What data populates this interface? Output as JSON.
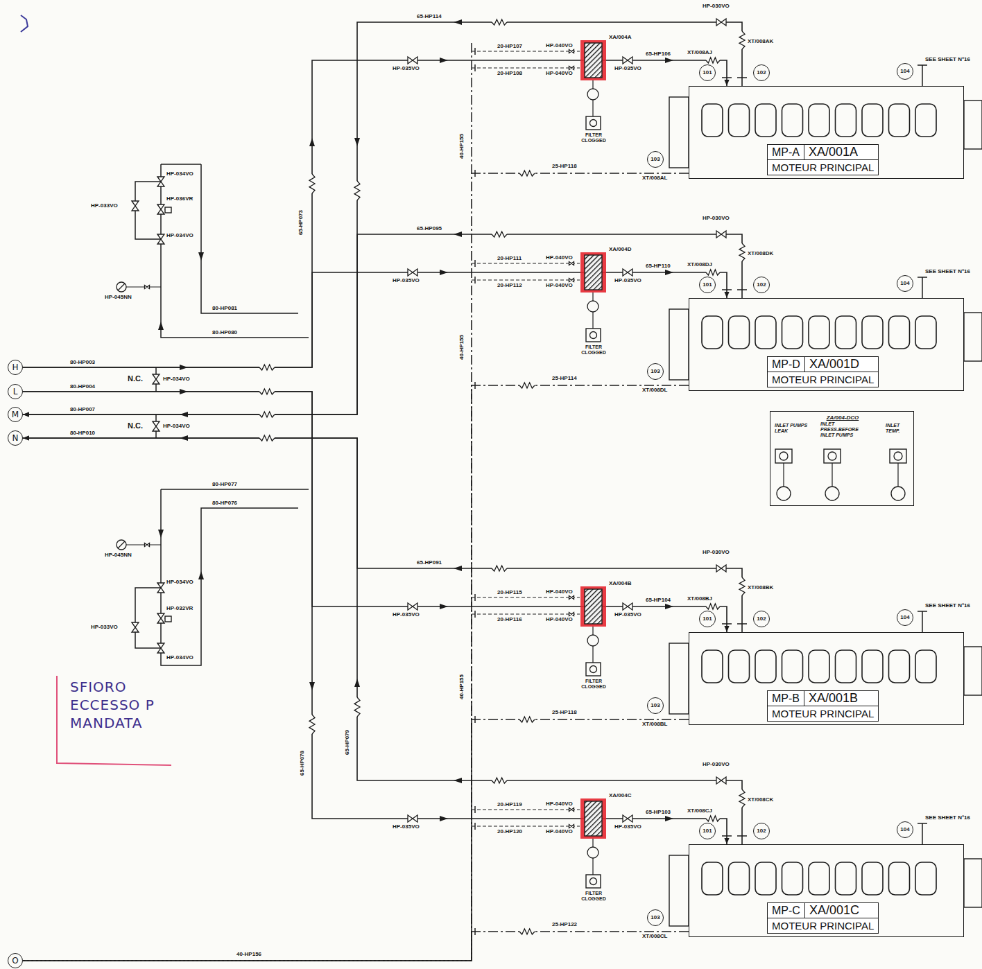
{
  "diagram": {
    "nodes": [
      {
        "text": [
          "101"
        ]
      },
      {
        "text": [
          "102"
        ]
      },
      {
        "text": [
          "104"
        ]
      },
      {
        "text": [
          "MP-A",
          "XA/001A",
          "MOTEUR PRINCIPAL"
        ]
      },
      {
        "text": [
          "103"
        ]
      },
      {
        "text": [
          "101"
        ]
      },
      {
        "text": [
          "102"
        ]
      },
      {
        "text": [
          "104"
        ]
      },
      {
        "text": [
          "MP-D",
          "XA/001D",
          "MOTEUR PRINCIPAL"
        ]
      },
      {
        "text": [
          "103"
        ]
      },
      {
        "text": [
          "H"
        ]
      },
      {
        "text": [
          "L"
        ]
      },
      {
        "text": [
          "M"
        ]
      },
      {
        "text": [
          "N"
        ]
      },
      {
        "text": [
          "ZA/004-DCO",
          "INLET PUMPS LEAK",
          "INLET PRESS.BEFORE INLET PUMPS",
          "INLET TEMP."
        ]
      },
      {
        "text": [
          "101"
        ]
      },
      {
        "text": [
          "102"
        ]
      },
      {
        "text": [
          "104"
        ]
      },
      {
        "text": [
          "MP-B",
          "XA/001B",
          "MOTEUR PRINCIPAL"
        ]
      },
      {
        "text": [
          "103"
        ]
      },
      {
        "text": [
          "101"
        ]
      },
      {
        "text": [
          "102"
        ]
      },
      {
        "text": [
          "104"
        ]
      },
      {
        "text": [
          "MP-C",
          "XA/001C",
          "MOTEUR PRINCIPAL"
        ]
      },
      {
        "text": [
          "103"
        ]
      },
      {
        "text": [
          "O"
        ]
      }
    ],
    "edges": [
      {
        "from": 10,
        "to": 3,
        "arrow": "to"
      },
      {
        "from": 10,
        "to": 8,
        "arrow": "to"
      },
      {
        "from": 11,
        "to": 18,
        "arrow": "to"
      },
      {
        "from": 11,
        "to": 23,
        "arrow": "to"
      },
      {
        "from": 3,
        "to": 12,
        "arrow": "to"
      },
      {
        "from": 8,
        "to": 12,
        "arrow": "to"
      },
      {
        "from": 18,
        "to": 13,
        "arrow": "to"
      },
      {
        "from": 23,
        "to": 13,
        "arrow": "to"
      },
      {
        "from": 3,
        "to": 25,
        "arrow": "none"
      },
      {
        "from": 8,
        "to": 25,
        "arrow": "none"
      },
      {
        "from": 18,
        "to": 25,
        "arrow": "none"
      },
      {
        "from": 23,
        "to": 25,
        "arrow": "none"
      }
    ],
    "labels": [
      "65-HP114",
      "HP-030VO",
      "20-HP107",
      "HP-040VO",
      "XA/004A",
      "HP-035VO",
      "20-HP108",
      "HP-040VO",
      "65-HP106",
      "HP-035VO",
      "XT/008AJ",
      "XT/008AK",
      "SEE SHEET N°16",
      "FILTER CLOGGED",
      "25-HP118",
      "XT/008AL",
      "65-HP073",
      "40-HP155",
      "HP-034VO",
      "HP-036VR",
      "HP-033VO",
      "HP-034VO",
      "HP-045NN",
      "80-HP081",
      "80-HP080",
      "65-HP095",
      "HP-030VO",
      "20-HP111",
      "HP-040VO",
      "XA/004D",
      "HP-035VO",
      "20-HP112",
      "HP-040VO",
      "65-HP110",
      "HP-035VO",
      "XT/008DJ",
      "XT/008DK",
      "SEE SHEET N°16",
      "FILTER CLOGGED",
      "25-HP114",
      "XT/008DL",
      "80-HP003",
      "80-HP004",
      "80-HP007",
      "80-HP010",
      "N.C.",
      "HP-034VO",
      "N.C.",
      "HP-034VO",
      "40-HP155",
      "80-HP077",
      "80-HP076",
      "HP-045NN",
      "HP-034VO",
      "HP-032VR",
      "HP-033VO",
      "HP-034VO",
      "65-HP091",
      "HP-030VO",
      "20-HP115",
      "HP-040VO",
      "XA/004B",
      "HP-035VO",
      "20-HP116",
      "HP-040VO",
      "65-HP104",
      "HP-035VO",
      "XT/008BJ",
      "XT/008BK",
      "SEE SHEET N°16",
      "FILTER CLOGGED",
      "25-HP118",
      "XT/008BL",
      "65-HP079",
      "40-HP155",
      "65-HP078",
      "SFIORO ECCESSO P MANDATA",
      "HP-030VO",
      "20-HP119",
      "HP-040VO",
      "XA/004C",
      "HP-035VO",
      "20-HP120",
      "HP-040VO",
      "65-HP103",
      "HP-035VO",
      "XT/008CJ",
      "XT/008CK",
      "SEE SHEET N°16",
      "FILTER CLOGGED",
      "25-HP122",
      "XT/008CL",
      "40-HP156"
    ]
  }
}
